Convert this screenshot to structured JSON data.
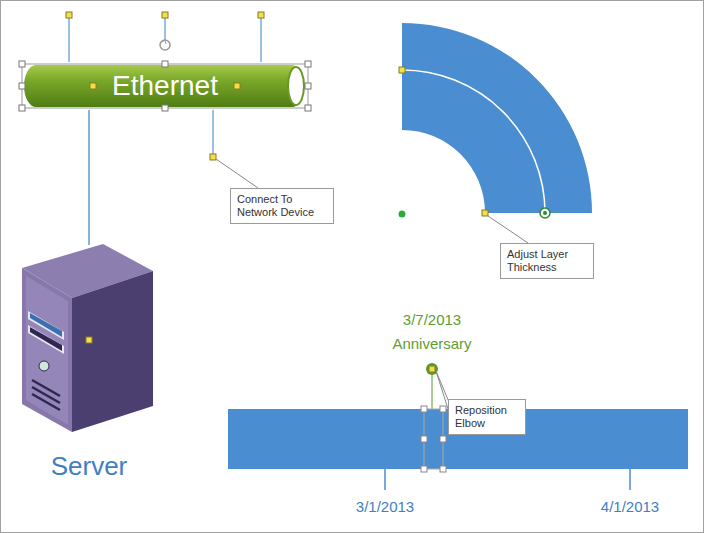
{
  "diagram": {
    "nodes": [
      {
        "text": [
          "Ethernet"
        ]
      },
      {
        "text": [
          "Server"
        ]
      },
      {
        "text": [
          "Connect To Network Device"
        ]
      },
      {
        "text": [
          "Adjust Layer Thickness"
        ]
      },
      {
        "text": [
          "Reposition Elbow"
        ]
      }
    ],
    "edges": [
      {
        "from": 0,
        "to": 1,
        "arrow": "none"
      }
    ],
    "labels": [
      "3/7/2013",
      "Anniversary",
      "3/1/2013",
      "4/1/2013"
    ]
  }
}
